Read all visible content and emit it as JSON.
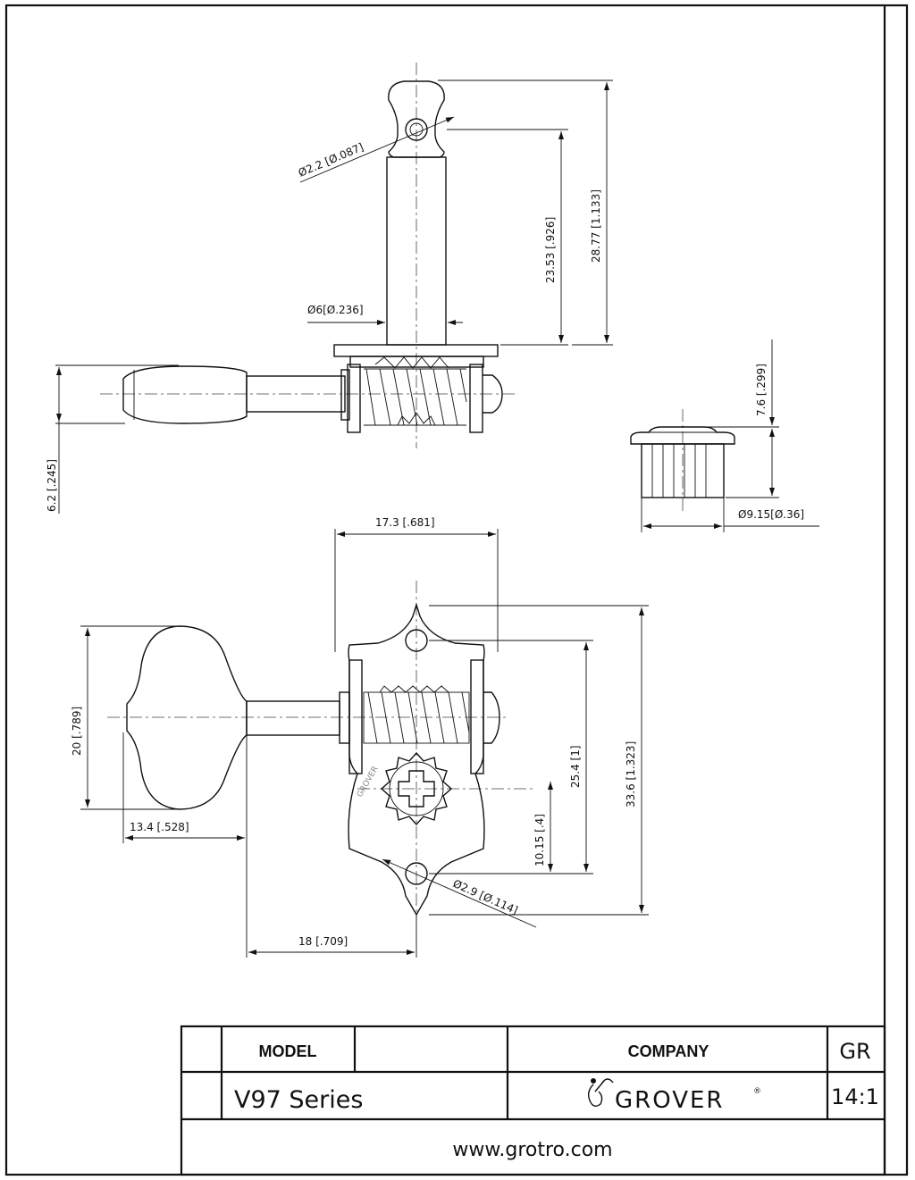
{
  "dimensions": {
    "string_hole": "Ø2.2 [Ø.087]",
    "post_height": "23.53 [.926]",
    "overall_height": "28.77 [1.133]",
    "post_diameter": "Ø6[Ø.236]",
    "bushing_height": "7.6 [.299]",
    "bushing_diameter": "Ø9.15[Ø.36]",
    "button_thickness": "6.2 [.245]",
    "plate_width": "17.3 [.681]",
    "button_width": "20 [.789]",
    "button_length": "13.4 [.528]",
    "hole_spacing": "25.4 [1]",
    "plate_length": "33.6 [1.323]",
    "gear_offset": "10.15 [.4]",
    "mount_hole": "Ø2.9 [Ø.114]",
    "shaft_length": "18 [.709]"
  },
  "title_block": {
    "model_label": "MODEL",
    "company_label": "COMPANY",
    "code": "GR",
    "model_value": "V97 Series",
    "company_value": "GROVER",
    "registered_mark": "®",
    "scale": "14:1",
    "website": "www.grotro.com"
  }
}
